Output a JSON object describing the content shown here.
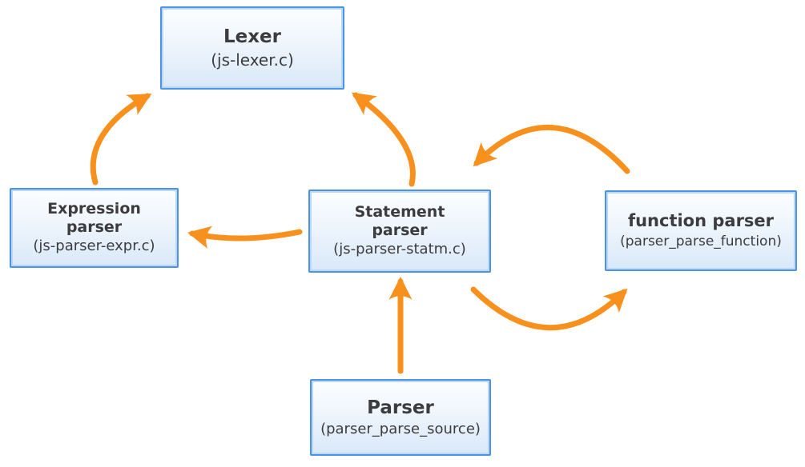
{
  "diagram": {
    "description": "Parser module call diagram",
    "colors": {
      "arrow": "#F8901D",
      "box_border": "#4B93E3",
      "box_fill_top": "#FCFEFF",
      "box_fill_bottom": "#D9E8F8",
      "text": "#3C3C3E"
    },
    "nodes": [
      {
        "id": "lexer",
        "title": "Lexer",
        "subtitle": "(js-lexer.c)"
      },
      {
        "id": "expression-parser",
        "title": "Expression parser",
        "subtitle": "(js-parser-expr.c)"
      },
      {
        "id": "statement-parser",
        "title": "Statement parser",
        "subtitle": "(js-parser-statm.c)"
      },
      {
        "id": "function-parser",
        "title": "function parser",
        "subtitle": "(parser_parse_function)"
      },
      {
        "id": "parser",
        "title": "Parser",
        "subtitle": "(parser_parse_source)"
      }
    ],
    "edges": [
      {
        "from": "expression-parser",
        "to": "lexer"
      },
      {
        "from": "statement-parser",
        "to": "lexer"
      },
      {
        "from": "statement-parser",
        "to": "expression-parser"
      },
      {
        "from": "function-parser",
        "to": "statement-parser"
      },
      {
        "from": "statement-parser",
        "to": "function-parser"
      },
      {
        "from": "parser",
        "to": "statement-parser"
      }
    ]
  }
}
